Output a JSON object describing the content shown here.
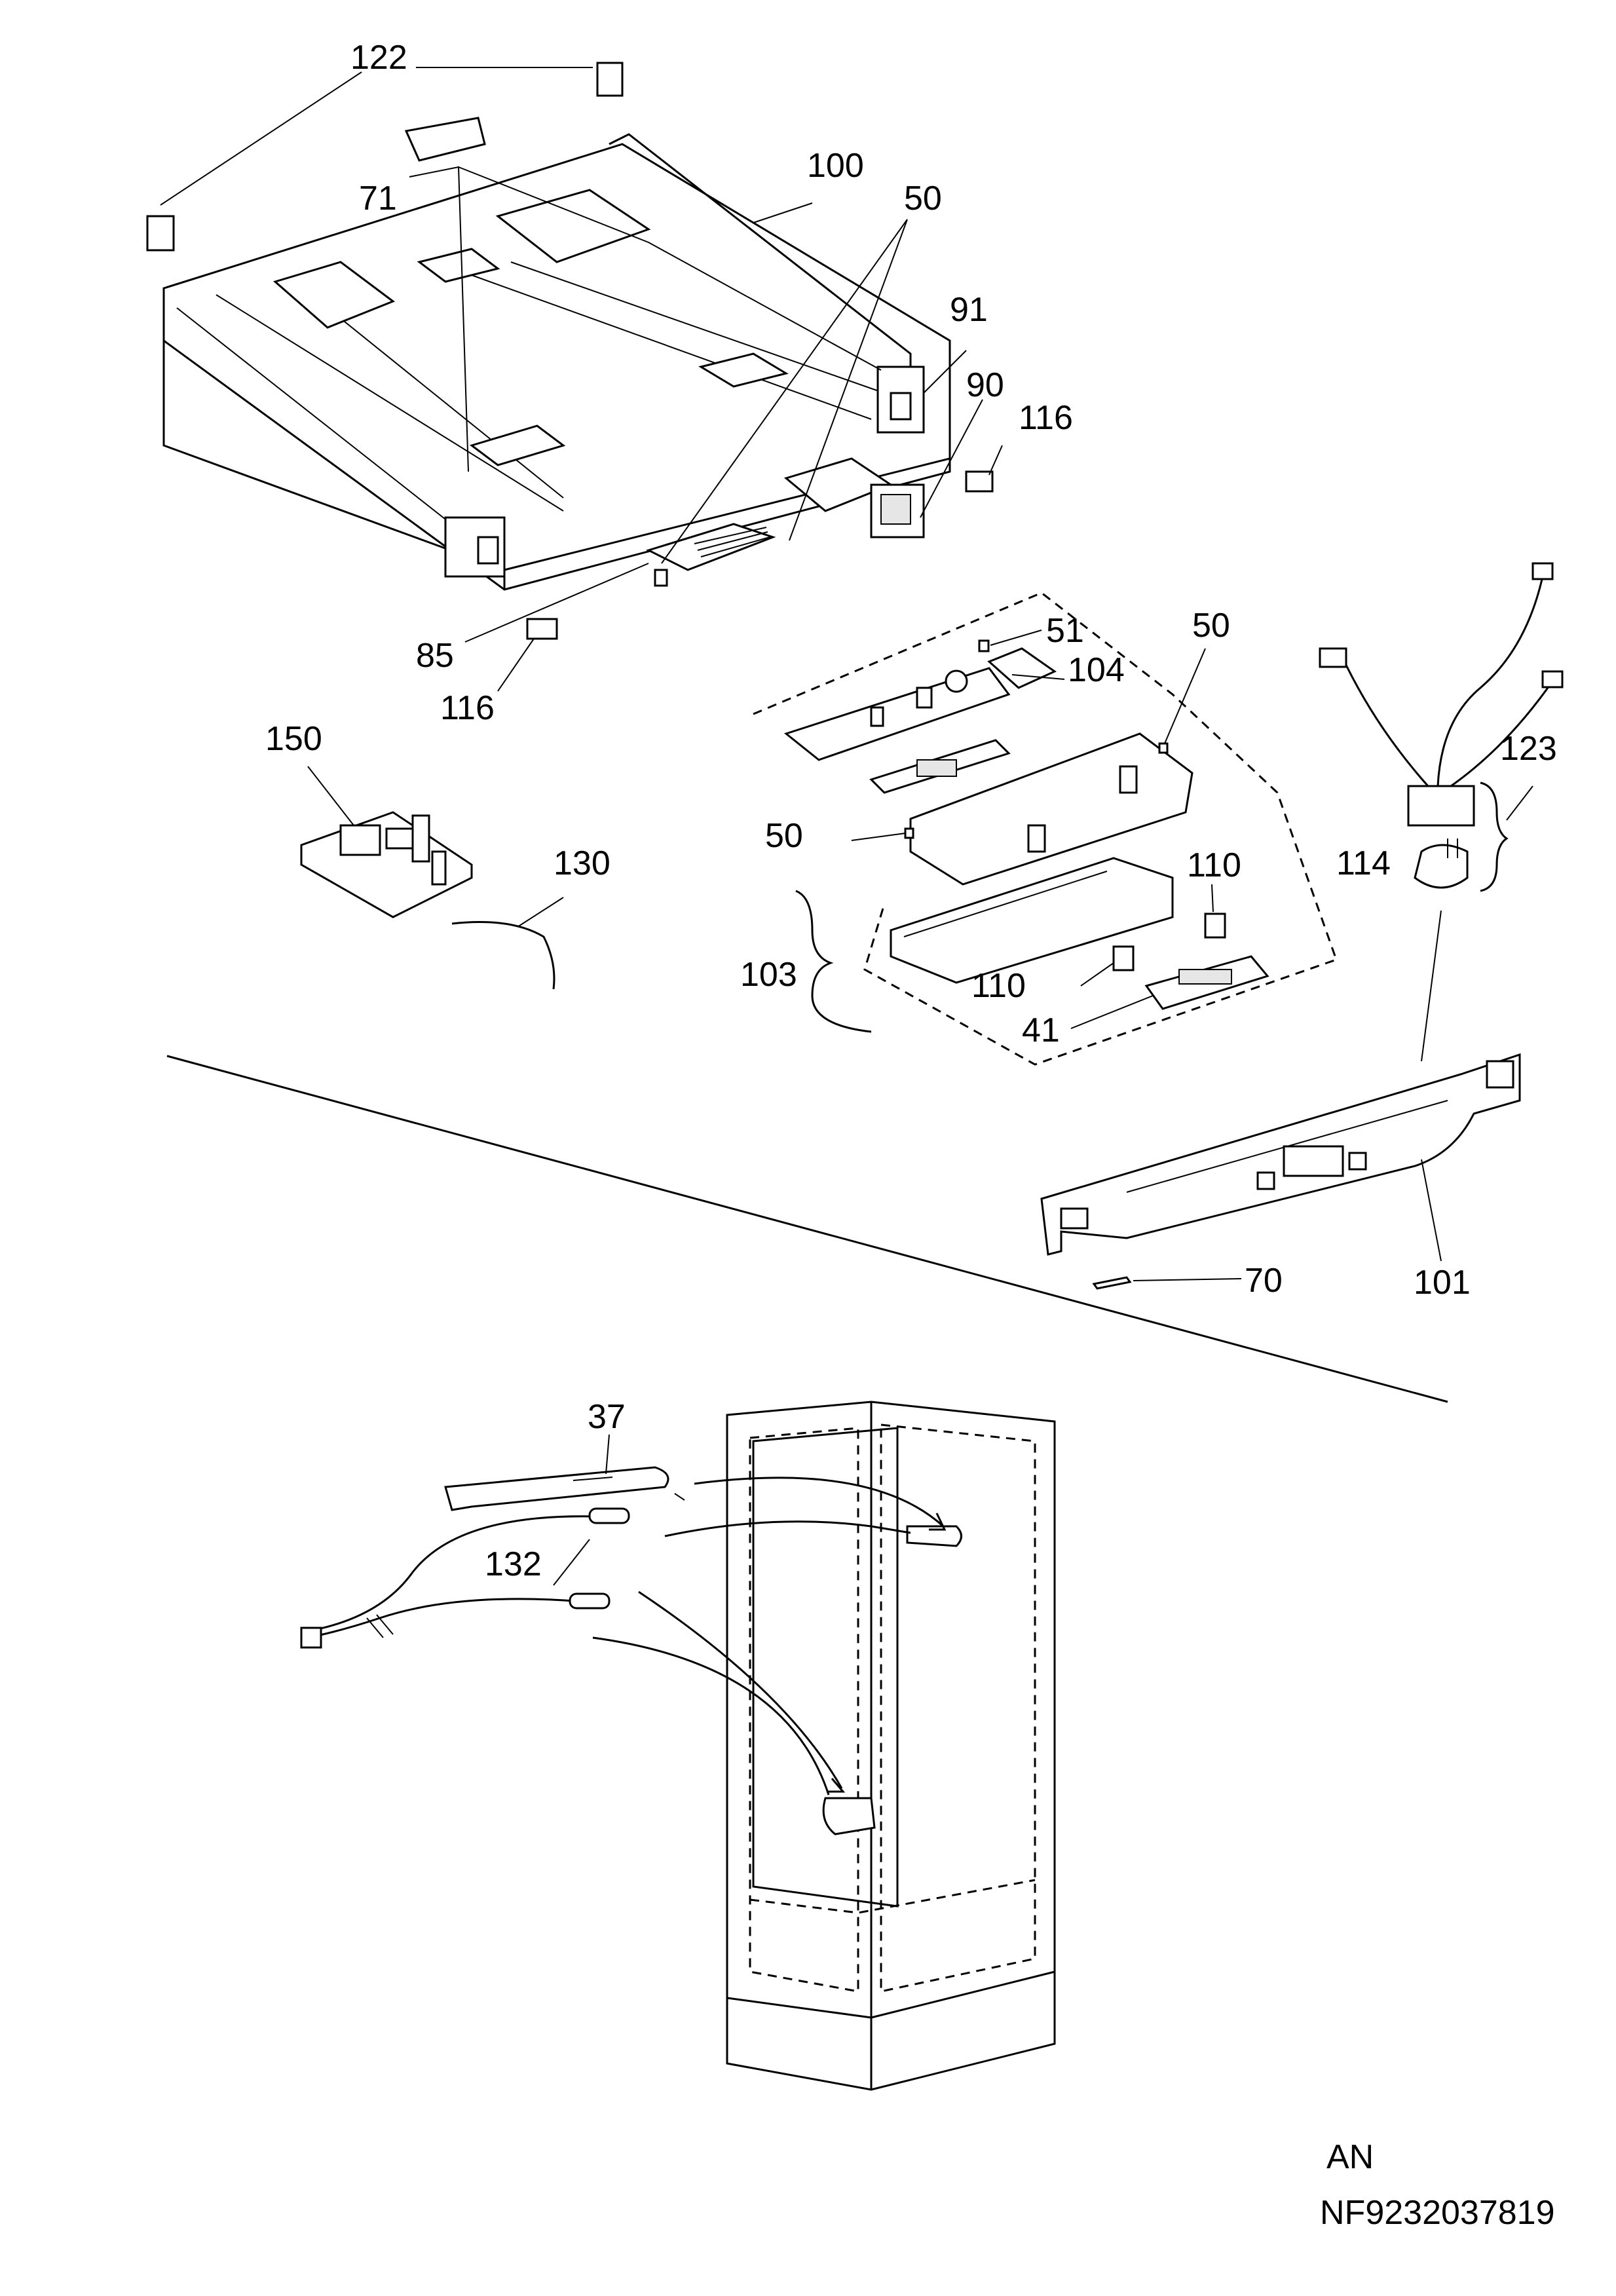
{
  "diagram": {
    "callouts": [
      {
        "id": "122",
        "text": "122"
      },
      {
        "id": "100",
        "text": "100"
      },
      {
        "id": "71",
        "text": "71"
      },
      {
        "id": "50a",
        "text": "50"
      },
      {
        "id": "91",
        "text": "91"
      },
      {
        "id": "90",
        "text": "90"
      },
      {
        "id": "116a",
        "text": "116"
      },
      {
        "id": "85",
        "text": "85"
      },
      {
        "id": "116b",
        "text": "116"
      },
      {
        "id": "51",
        "text": "51"
      },
      {
        "id": "104",
        "text": "104"
      },
      {
        "id": "50b",
        "text": "50"
      },
      {
        "id": "123",
        "text": "123"
      },
      {
        "id": "150",
        "text": "150"
      },
      {
        "id": "130",
        "text": "130"
      },
      {
        "id": "50c",
        "text": "50"
      },
      {
        "id": "114",
        "text": "114"
      },
      {
        "id": "110a",
        "text": "110"
      },
      {
        "id": "103",
        "text": "103"
      },
      {
        "id": "110b",
        "text": "110"
      },
      {
        "id": "41",
        "text": "41"
      },
      {
        "id": "70",
        "text": "70"
      },
      {
        "id": "101",
        "text": "101"
      },
      {
        "id": "37",
        "text": "37"
      },
      {
        "id": "132",
        "text": "132"
      }
    ],
    "footer_code": "AN",
    "footer_ref": "NF9232037819"
  }
}
